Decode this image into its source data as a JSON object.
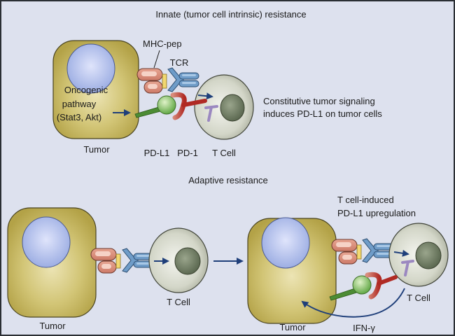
{
  "figure": {
    "panels": {
      "innate": {
        "title": "Innate (tumor cell intrinsic) resistance",
        "labels": {
          "mhc_pep": "MHC-pep",
          "tcr": "TCR",
          "oncogenic_line1": "Oncogenic",
          "oncogenic_line2": "pathway",
          "oncogenic_line3": "(Stat3, Akt)",
          "pd_l1": "PD-L1",
          "pd_1": "PD-1",
          "t_cell": "T Cell",
          "tumor": "Tumor",
          "note_line1": "Constitutive tumor signaling",
          "note_line2": "induces PD-L1 on tumor cells"
        }
      },
      "adaptive": {
        "title": "Adaptive resistance",
        "left": {
          "t_cell": "T Cell",
          "tumor": "Tumor"
        },
        "right": {
          "note_line1": "T cell-induced",
          "note_line2": "PD-L1 upregulation",
          "t_cell": "T Cell",
          "tumor": "Tumor",
          "ifn": "IFN-γ"
        }
      }
    },
    "colors": {
      "background": "#dde1ee",
      "frame": "#2a2e33",
      "tumor_fill": "#c4b45a",
      "tumor_stroke": "#4a4420",
      "nucleus_fill": "#aab8e8",
      "tcell_fill": "#cfd2c4",
      "tcell_nucleus": "#6f7a62",
      "mhc": "#d98a78",
      "peptide": "#f2d870",
      "tcr": "#6f9cc8",
      "pdl1": "#5aa040",
      "pd1": "#b84a3c",
      "arrow": "#1f3f7a",
      "signal_t": "#9b88c0"
    }
  }
}
